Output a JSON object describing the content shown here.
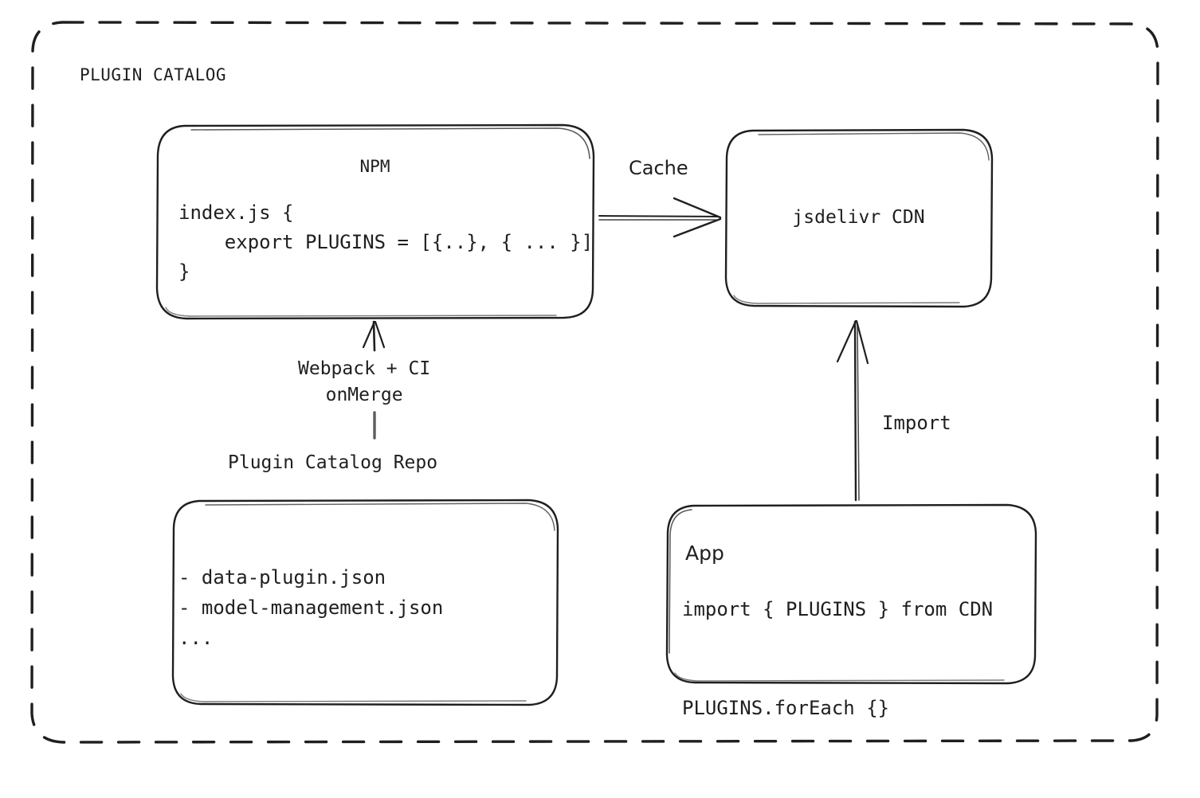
{
  "diagram": {
    "title": "PLUGIN CATALOG",
    "background_color": "#ffffff",
    "stroke_color": "#1f1f1f",
    "container_border_style": "dashed-rounded"
  },
  "nodes": {
    "npm": {
      "title": "NPM",
      "code": "index.js {\n    export PLUGINS = [{..}, { ... }]\n}"
    },
    "cdn": {
      "title": "jsdelivr CDN"
    },
    "repo": {
      "caption": "Plugin Catalog Repo",
      "files": "- data-plugin.json\n- model-management.json\n..."
    },
    "app": {
      "title": "App",
      "code": "import { PLUGINS } from CDN\n\nPLUGINS.forEach {}"
    }
  },
  "edges": {
    "cache": {
      "label": "Cache",
      "from": "npm",
      "to": "cdn",
      "direction": "right"
    },
    "build": {
      "label": "Webpack + CI\nonMerge",
      "from": "repo",
      "to": "npm",
      "direction": "up"
    },
    "import": {
      "label": "Import",
      "from": "app",
      "to": "cdn",
      "direction": "up"
    }
  }
}
